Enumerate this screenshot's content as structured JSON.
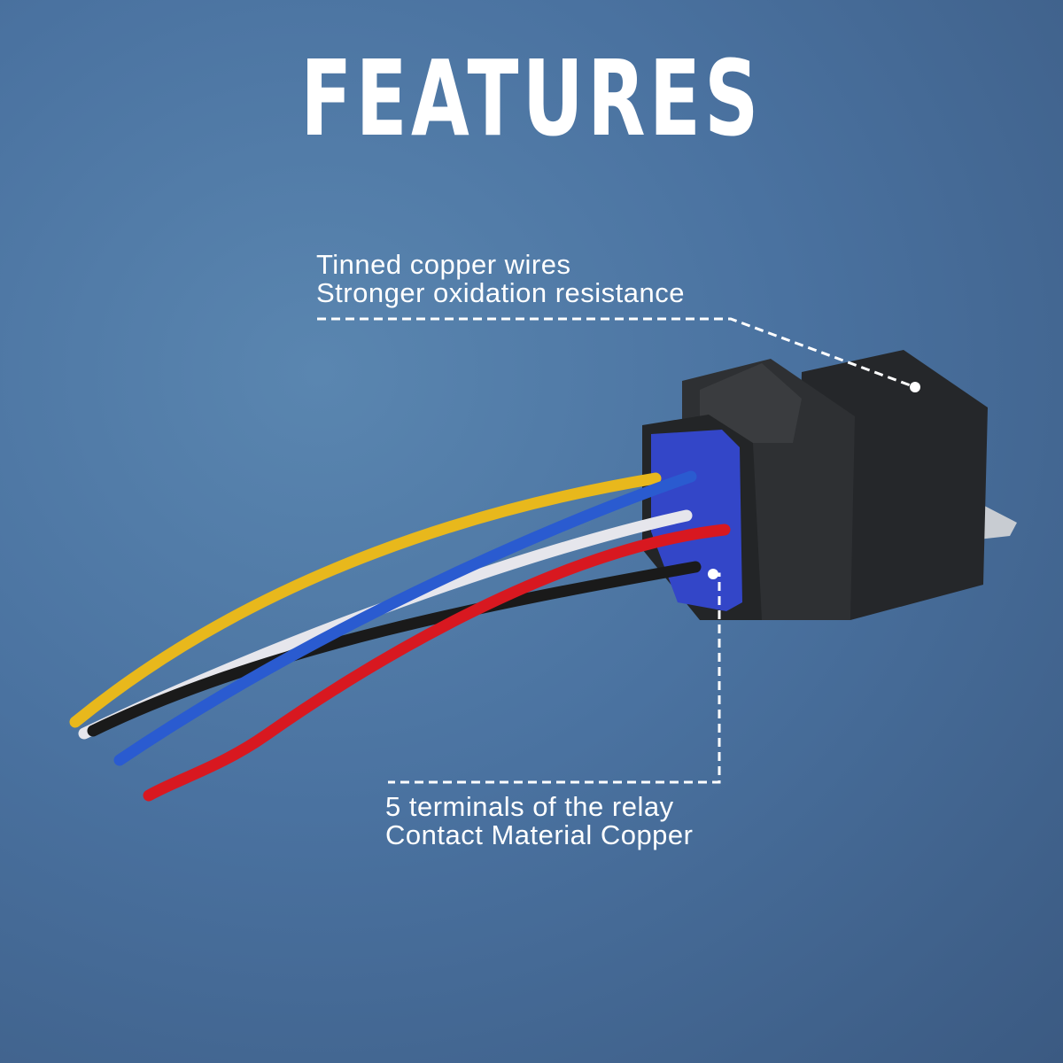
{
  "title": "FEATURES",
  "callouts": [
    {
      "line1": "Tinned copper wires",
      "line2": "Stronger oxidation resistance"
    },
    {
      "line1": "5 terminals of the relay",
      "line2": "Contact Material Copper"
    }
  ],
  "product": "relay-with-wire-harness",
  "colors": {
    "background": "#4a72a0",
    "relay": "#2a2c2f",
    "seal": "#3344c8",
    "wires": [
      "#e8b81c",
      "#2a5bd0",
      "#e8e8ee",
      "#d81820",
      "#1a1a1a"
    ]
  }
}
